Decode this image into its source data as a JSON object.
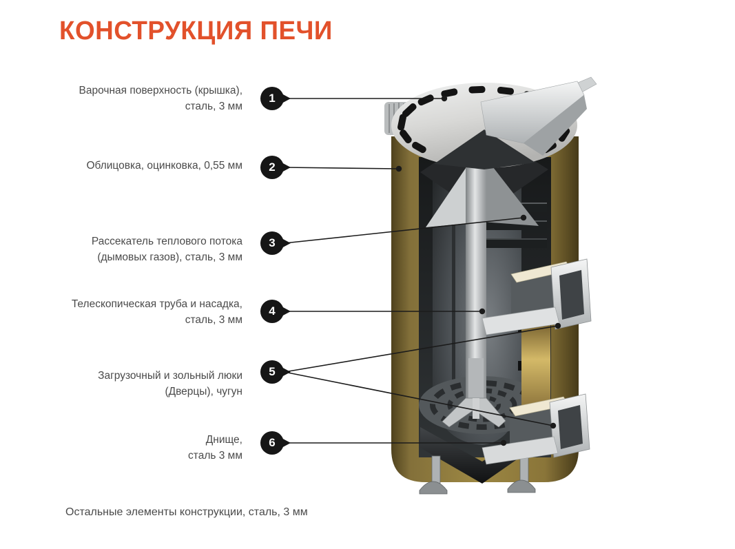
{
  "title": "КОНСТРУКЦИЯ ПЕЧИ",
  "footer": "Остальные элементы конструкции, сталь, 3 мм",
  "labels": [
    {
      "num": "1",
      "line1": "Варочная поверхность (крышка),",
      "line2": "сталь, 3 мм"
    },
    {
      "num": "2",
      "line1": "Облицовка, оцинковка, 0,55 мм",
      "line2": ""
    },
    {
      "num": "3",
      "line1": "Рассекатель теплового потока",
      "line2": "(дымовых газов), сталь, 3 мм"
    },
    {
      "num": "4",
      "line1": "Телескопическая труба и насадка,",
      "line2": "сталь, 3 мм"
    },
    {
      "num": "5",
      "line1": "Загрузочный и зольный люки",
      "line2": "(Дверцы), чугун"
    },
    {
      "num": "6",
      "line1": "Днище,",
      "line2": "сталь 3 мм"
    }
  ],
  "colors": {
    "accent": "#e2512b",
    "label_text": "#4a4a4a",
    "badge_background": "#161616",
    "badge_number": "#ffffff",
    "leader_line": "#1b1b1b",
    "shell_olive": "#8d7941",
    "lid_gray": "#d6d6d4",
    "interior_dark": "#26292b"
  }
}
